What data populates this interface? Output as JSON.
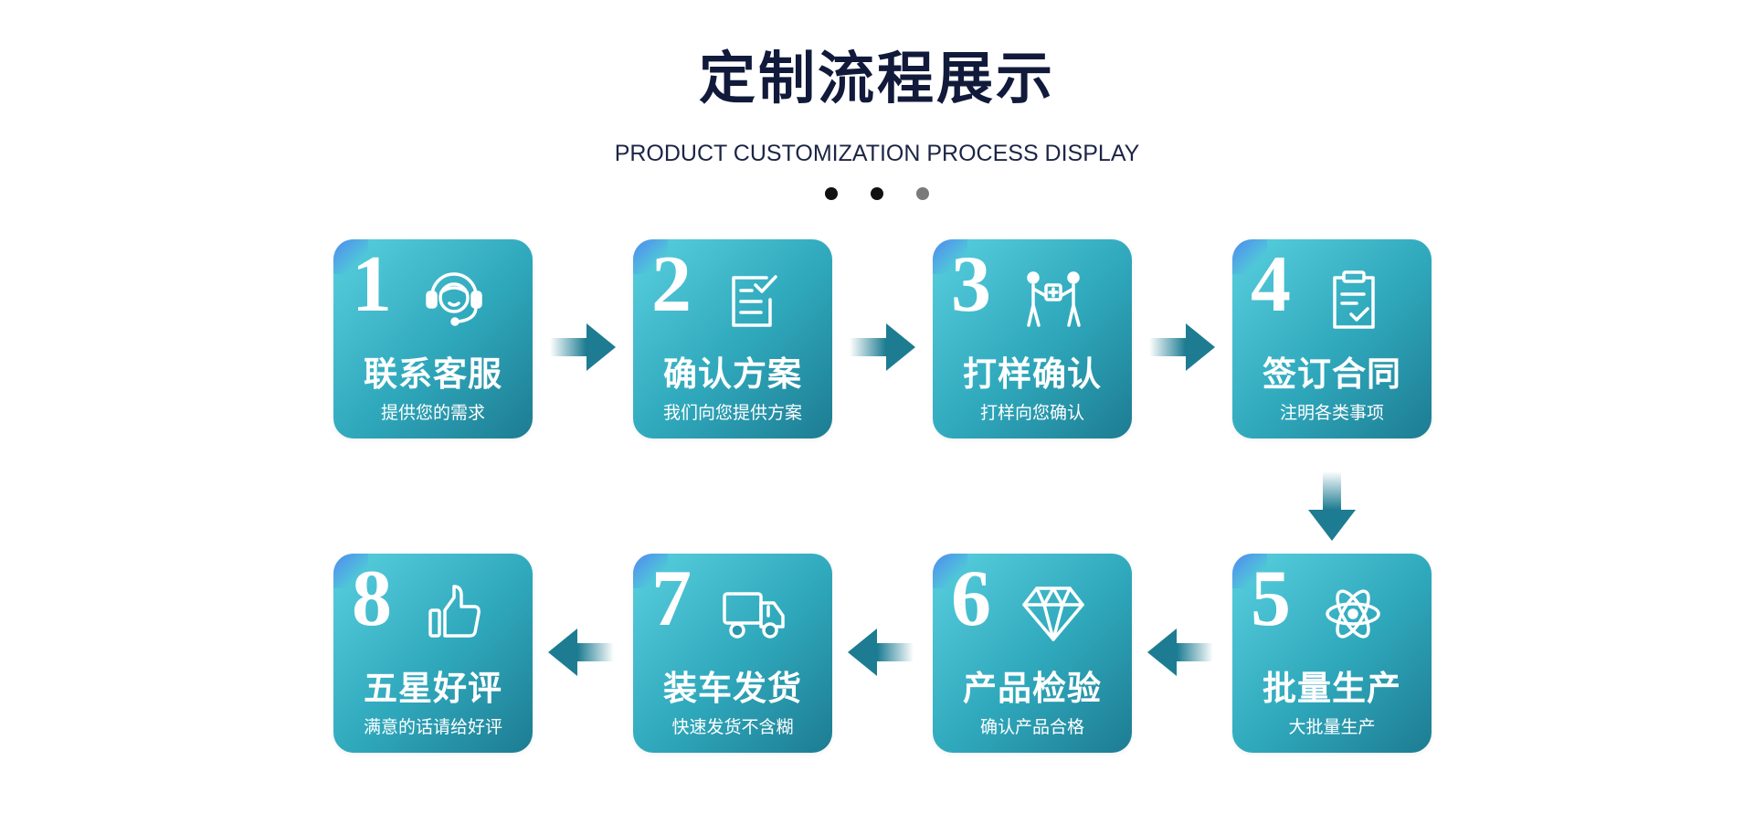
{
  "header": {
    "title": "定制流程展示",
    "subtitle": "PRODUCT CUSTOMIZATION PROCESS DISPLAY",
    "dots": [
      "#111111",
      "#111111",
      "#7a7a7a"
    ]
  },
  "colors": {
    "card_gradient": [
      "#58d0df",
      "#2fa7bb",
      "#1d7c92"
    ],
    "arrow": "#1d7c92",
    "title": "#111a3a"
  },
  "steps": [
    {
      "number": "1",
      "label": "联系客服",
      "desc": "提供您的需求",
      "icon": "customer-service-headset-icon"
    },
    {
      "number": "2",
      "label": "确认方案",
      "desc": "我们向您提供方案",
      "icon": "checklist-document-icon"
    },
    {
      "number": "3",
      "label": "打样确认",
      "desc": "打样向您确认",
      "icon": "handover-sample-icon"
    },
    {
      "number": "4",
      "label": "签订合同",
      "desc": "注明各类事项",
      "icon": "clipboard-contract-icon"
    },
    {
      "number": "5",
      "label": "批量生产",
      "desc": "大批量生产",
      "icon": "atom-production-icon"
    },
    {
      "number": "6",
      "label": "产品检验",
      "desc": "确认产品合格",
      "icon": "diamond-quality-icon"
    },
    {
      "number": "7",
      "label": "装车发货",
      "desc": "快速发货不含糊",
      "icon": "delivery-truck-icon"
    },
    {
      "number": "8",
      "label": "五星好评",
      "desc": "满意的话请给好评",
      "icon": "thumbs-up-icon"
    }
  ]
}
